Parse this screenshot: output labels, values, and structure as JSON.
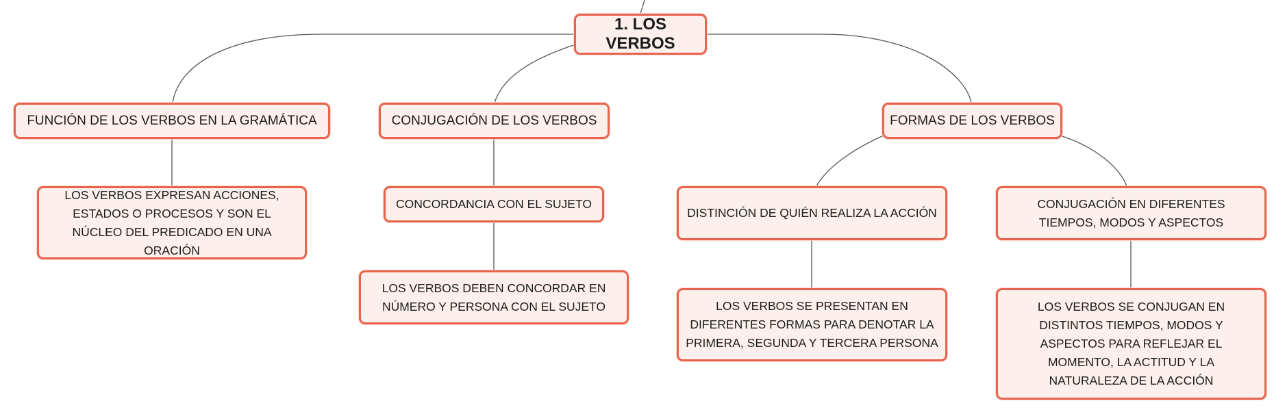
{
  "colors": {
    "border": "#e8644e",
    "fill": "#fdf0ec",
    "connector": "#555555",
    "text": "#1b1b1b"
  },
  "root": {
    "label": "1. LOS VERBOS"
  },
  "branches": [
    {
      "label": "FUNCIÓN DE LOS VERBOS EN LA GRAMÁTICA",
      "children": [
        {
          "label": "LOS VERBOS EXPRESAN ACCIONES, ESTADOS O PROCESOS Y SON EL NÚCLEO DEL PREDICADO EN UNA ORACIÓN"
        }
      ]
    },
    {
      "label": "CONJUGACIÓN DE LOS VERBOS",
      "children": [
        {
          "label": "CONCORDANCIA CON EL SUJETO",
          "children": [
            {
              "label": "LOS VERBOS DEBEN CONCORDAR EN NÚMERO Y PERSONA CON EL SUJETO"
            }
          ]
        }
      ]
    },
    {
      "label": "FORMAS DE LOS VERBOS",
      "children": [
        {
          "label": "DISTINCIÓN DE QUIÉN REALIZA LA ACCIÓN",
          "children": [
            {
              "label": "LOS VERBOS SE PRESENTAN EN DIFERENTES FORMAS PARA DENOTAR LA PRIMERA, SEGUNDA Y TERCERA PERSONA"
            }
          ]
        },
        {
          "label": "CONJUGACIÓN EN DIFERENTES TIEMPOS, MODOS Y ASPECTOS",
          "children": [
            {
              "label": "LOS VERBOS SE CONJUGAN EN DISTINTOS TIEMPOS, MODOS Y ASPECTOS PARA REFLEJAR EL MOMENTO, LA ACTITUD Y LA NATURALEZA DE LA ACCIÓN"
            }
          ]
        }
      ]
    }
  ]
}
